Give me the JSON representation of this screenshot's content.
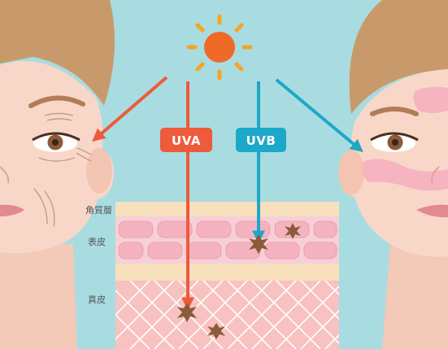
{
  "colors": {
    "background": "#a8dce0",
    "uva": "#ee5a3c",
    "uvb": "#1ca8c9",
    "sun": "#ee6a26",
    "sun_rays": "#f5a623",
    "skin": "#f8d7c8",
    "hair": "#c89a6b",
    "dermis": "#f7c2c0",
    "dermis_lines": "#ffffff",
    "stratum_corneum": "#f8dfbd",
    "epidermis_band": "#f6d0d6",
    "cell": "#f4b3bf",
    "damage": "#8c5a3c",
    "redness": "#f6b4c0"
  },
  "icons": {
    "sun": "sun-icon",
    "damage": "damage-star-icon"
  },
  "labels": {
    "uva": "UVA",
    "uvb": "UVB",
    "layer_stratum_corneum": "角質層",
    "layer_epidermis": "表皮",
    "layer_dermis": "真皮"
  }
}
